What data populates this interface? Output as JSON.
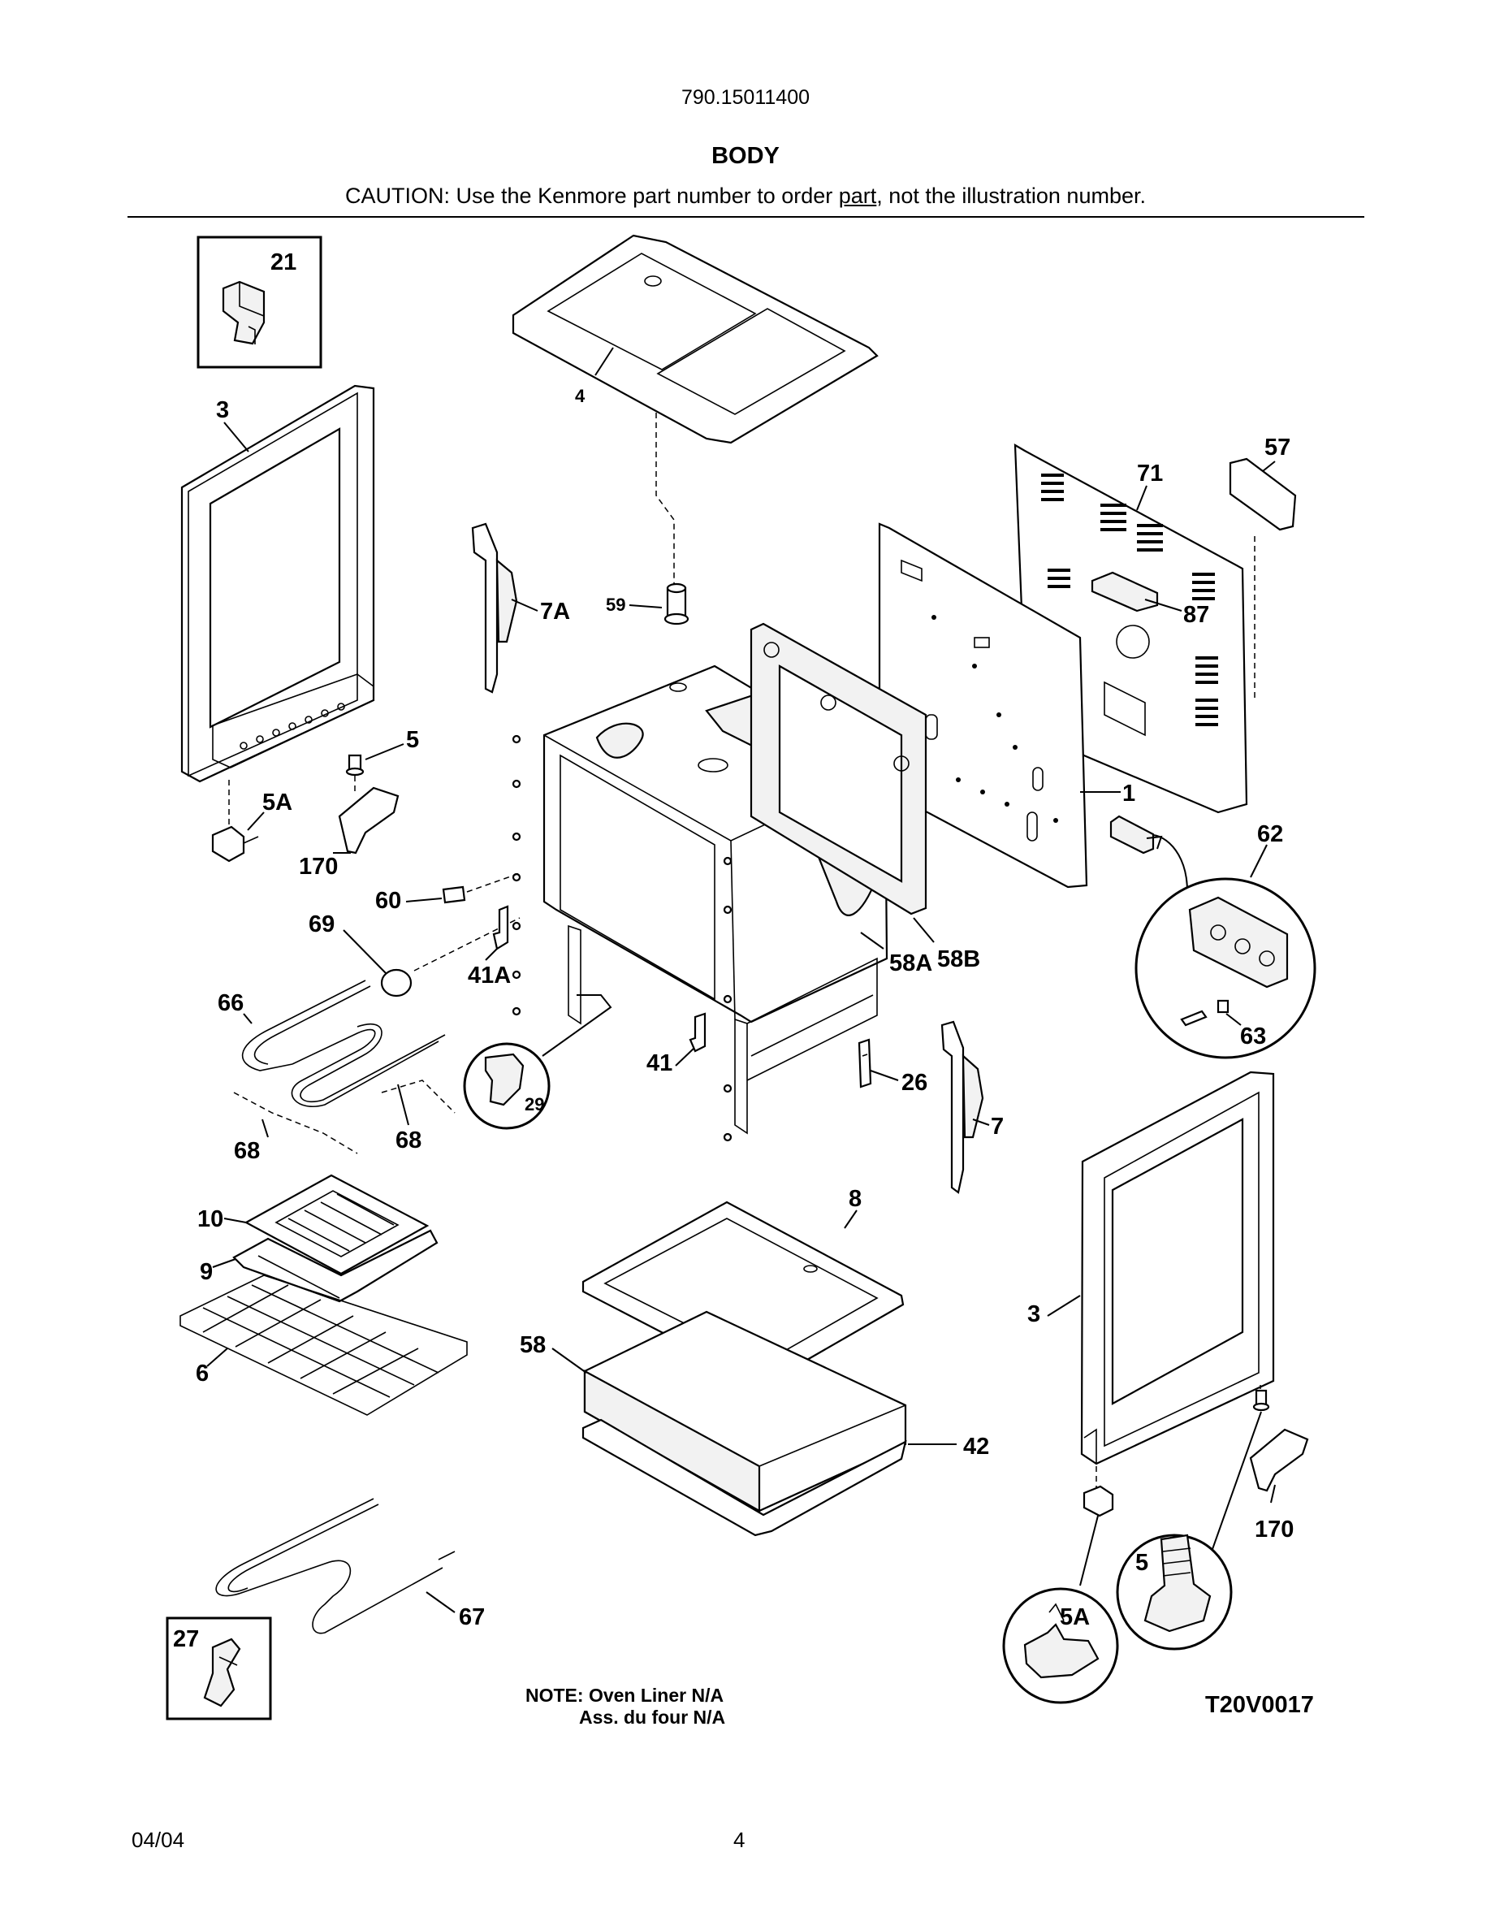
{
  "header": {
    "model_number": "790.15011400",
    "section_title": "BODY",
    "caution_prefix": "CAUTION: Use the Kenmore part number to order ",
    "caution_underlined": "part",
    "caution_suffix": ", not the illustration number."
  },
  "callouts": {
    "c21": "21",
    "c3_left": "3",
    "c4": "4",
    "c57": "57",
    "c71": "71",
    "c87": "87",
    "c7a": "7A",
    "c59": "59",
    "c5_left": "5",
    "c5a_left": "5A",
    "c170_left": "170",
    "c1": "1",
    "c62": "62",
    "c60": "60",
    "c69": "69",
    "c41a": "41A",
    "c58a": "58A",
    "c58b": "58B",
    "c63": "63",
    "c66": "66",
    "c29": "29",
    "c41": "41",
    "c26": "26",
    "c7": "7",
    "c68_a": "68",
    "c68_b": "68",
    "c10": "10",
    "c9": "9",
    "c8": "8",
    "c3_right": "3",
    "c58": "58",
    "c6": "6",
    "c42": "42",
    "c170_right": "170",
    "c5_right": "5",
    "c67": "67",
    "c27": "27",
    "c5a_right": "5A"
  },
  "notes": {
    "line1": "NOTE: Oven Liner N/A",
    "line2": "Ass. du four N/A"
  },
  "figure_id": "T20V0017",
  "footer": {
    "date": "04/04",
    "page_number": "4"
  }
}
